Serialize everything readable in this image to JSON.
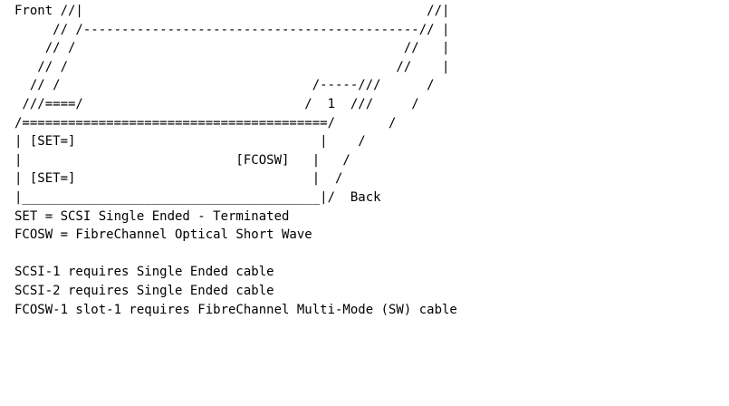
{
  "diagram": {
    "lines": [
      "Front //|                                             //|",
      "     // /--------------------------------------------// |",
      "    // /                                           //   |",
      "   // /                                           //    |",
      "  // /                                 /-----///      /",
      " ///====/                             /  1  ///     /",
      "/========================================/       /",
      "| [SET=]                                |    /",
      "|                            [FCOSW]   |   /",
      "| [SET=]                               |  /",
      "|_______________________________________|/  Back"
    ]
  },
  "legend": {
    "set": "SET = SCSI Single Ended - Terminated",
    "fcosw": "FCOSW = FibreChannel Optical Short Wave"
  },
  "notes": [
    "SCSI-1 requires Single Ended cable",
    "SCSI-2 requires Single Ended cable",
    "FCOSW-1 slot-1 requires FibreChannel Multi-Mode (SW) cable"
  ]
}
